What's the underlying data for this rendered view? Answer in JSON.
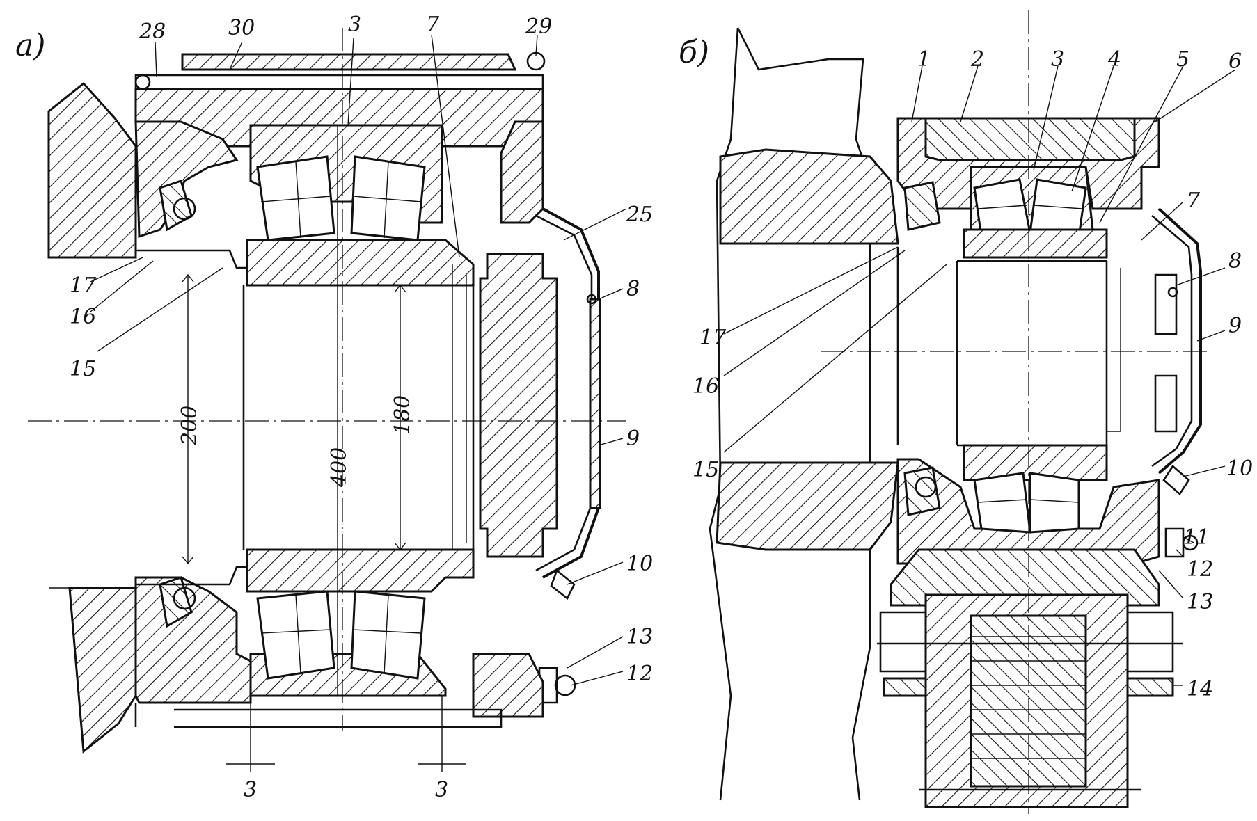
{
  "views": {
    "a": {
      "tag": "a)"
    },
    "b": {
      "tag": "б)"
    }
  },
  "labels_a": [
    "28",
    "30",
    "3",
    "7",
    "29",
    "25",
    "8",
    "9",
    "10",
    "13",
    "12",
    "17",
    "16",
    "15"
  ],
  "labels_b": [
    "1",
    "2",
    "3",
    "4",
    "5",
    "6",
    "7",
    "8",
    "9",
    "10",
    "11",
    "12",
    "13",
    "14",
    "17",
    "16",
    "15"
  ],
  "dimensions": {
    "d200": "200",
    "d400": "400",
    "d180": "180",
    "gap_left": "3",
    "gap_right": "3"
  }
}
